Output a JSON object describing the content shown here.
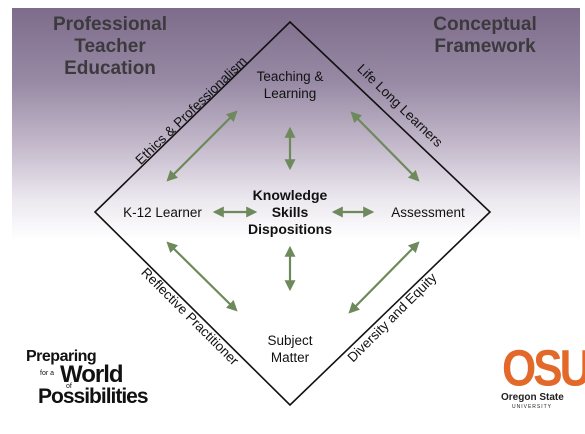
{
  "titles": {
    "left": [
      "Professional",
      "Teacher",
      "Education"
    ],
    "right": [
      "Conceptual",
      "Framework"
    ]
  },
  "nodes": {
    "top": [
      "Teaching &",
      "Learning"
    ],
    "left": "K-12 Learner",
    "right": "Assessment",
    "bottom": [
      "Subject",
      "Matter"
    ],
    "center": [
      "Knowledge",
      "Skills",
      "Dispositions"
    ]
  },
  "sides": {
    "top_left": "Ethics & Professionalism",
    "top_right": "Life Long Learners",
    "bottom_left": "Reflective Practitioner",
    "bottom_right": "Diversity and Equity"
  },
  "logo_left": {
    "line1": "Preparing",
    "small1": "for a",
    "word": "World",
    "small2": "of",
    "line3": "Possibilities"
  },
  "logo_right": {
    "letters": "OSU",
    "name": "Oregon State",
    "uni": "UNIVERSITY"
  },
  "colors": {
    "arrow": "#6e8a5c",
    "osu_orange": "#e2692a",
    "header_gradient_top": "#7d6c8b"
  }
}
